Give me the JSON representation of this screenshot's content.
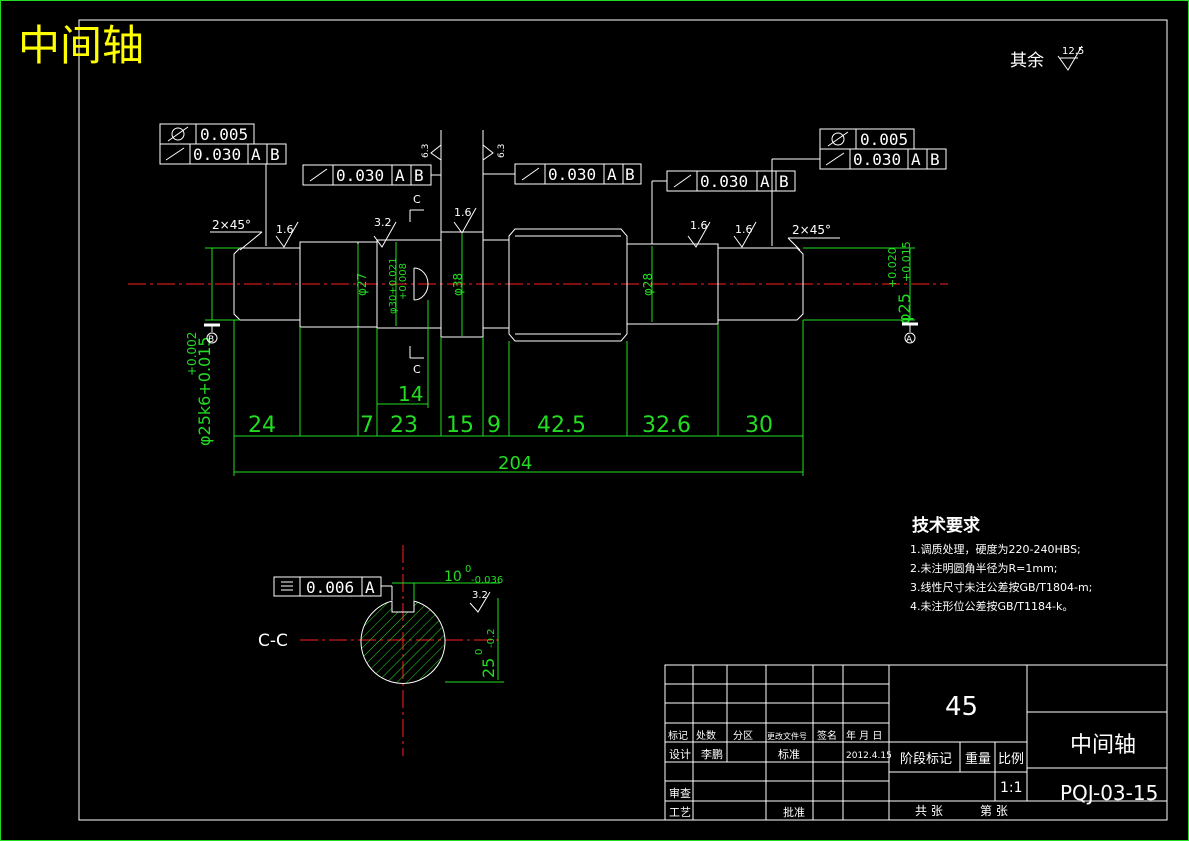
{
  "title": "中间轴",
  "roughness": {
    "note": "其余",
    "value": "12.5"
  },
  "tolerance_frames": {
    "left_runout": "0.005",
    "left_total": "0.030",
    "datum_ab": "A",
    "datum_b": "B",
    "mid1_value": "0.030",
    "mid2_value": "0.030",
    "mid3_value": "0.030",
    "right_runout": "0.005",
    "right_total": "0.030"
  },
  "shaft_labels": {
    "chamfer_left": "2×45°",
    "chamfer_right": "2×45°",
    "rough_1_6_a": "1.6",
    "rough_3_2": "3.2",
    "rough_1_6_b": "1.6",
    "rough_1_6_c": "1.6",
    "rough_1_6_d": "1.6",
    "rough_6_3_a": "6.3",
    "rough_6_3_b": "6.3",
    "section_c_top": "C",
    "section_c_bottom": "C",
    "dia_27": "φ27",
    "dia_30_fit": "φ30+0.021",
    "dia_30_fit2": "+0.008",
    "dia_38": "φ38",
    "dia_28": "φ28",
    "dia_left": "φ25k6+0.015",
    "dia_left_tol": "+0.002",
    "dia_right": "φ25",
    "dia_right_tol1": "+0.020",
    "dia_right_tol2": "+0.015",
    "datum_a": "A",
    "datum_b_sym": "B"
  },
  "dimensions": {
    "d24": "24",
    "d7": "7",
    "d23": "23",
    "d15": "15",
    "d9": "9",
    "d42_5": "42.5",
    "d32_6": "32.6",
    "d30": "30",
    "d14": "14",
    "total": "204"
  },
  "section": {
    "label": "C-C",
    "frame_value": "0.006",
    "frame_datum": "A",
    "key_width": "10",
    "key_width_upper": "0",
    "key_width_lower": "-0.036",
    "depth": "25",
    "depth_upper": "0",
    "depth_lower": "-0.2",
    "rough": "3.2"
  },
  "tech_req": {
    "heading": "技术要求",
    "items": [
      "1.调质处理，硬度为220-240HBS;",
      "2.未注明圆角半径为R=1mm;",
      "3.线性尺寸未注公差按GB/T1804-m;",
      "4.未注形位公差按GB/T1184-k。"
    ]
  },
  "title_block": {
    "material": "45",
    "part_name": "中间轴",
    "drawing_no": "PQJ-03-15",
    "h_mark": "标记",
    "h_count": "处数",
    "h_zone": "分区",
    "h_docno": "更改文件号",
    "h_sign": "签名",
    "h_date": "年 月 日",
    "design": "设计",
    "designer": "李鹏",
    "standard": "标准",
    "date": "2012.4.15",
    "stage": "阶段标记",
    "weight": "重量",
    "scale_label": "比例",
    "scale": "1:1",
    "review": "审查",
    "process": "工艺",
    "approve": "批准",
    "sheets_total": "共 张",
    "sheet_no": "第 张"
  }
}
